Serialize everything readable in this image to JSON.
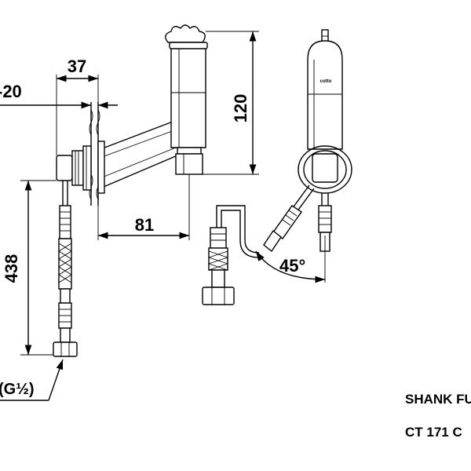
{
  "dimensions": {
    "width_37": "37",
    "wall_range": "-20",
    "height_120": "120",
    "reach_81": "81",
    "hose_438": "438",
    "angle": "45°"
  },
  "connection": {
    "thread_prefix": "(G",
    "thread_fraction": "½",
    "thread_suffix": ")"
  },
  "brand_mark": "cotto",
  "captions": {
    "line1": "SHANK FU",
    "line2": "CT 171 C"
  },
  "icons": {
    "handle": "star-handle-icon",
    "arrow": "arrowhead-icon"
  }
}
